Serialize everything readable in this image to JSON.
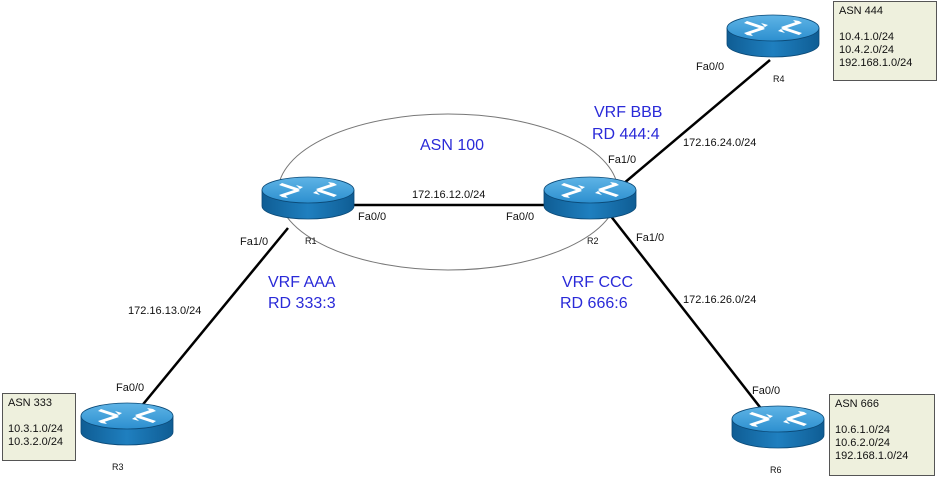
{
  "asn_core": "ASN 100",
  "routers": {
    "r1": {
      "name": "R1"
    },
    "r2": {
      "name": "R2"
    },
    "r3": {
      "name": "R3"
    },
    "r4": {
      "name": "R4"
    },
    "r6": {
      "name": "R6"
    }
  },
  "links": {
    "r1_r2": {
      "subnet": "172.16.12.0/24",
      "r1_intf": "Fa0/0",
      "r2_intf": "Fa0/0"
    },
    "r1_r3": {
      "subnet": "172.16.13.0/24",
      "r1_intf": "Fa1/0",
      "r3_intf": "Fa0/0"
    },
    "r2_r4": {
      "subnet": "172.16.24.0/24",
      "r2_intf": "Fa1/0",
      "r4_intf": "Fa0/0"
    },
    "r2_r6": {
      "subnet": "172.16.26.0/24",
      "r2_intf": "Fa1/0",
      "r6_intf": "Fa0/0"
    }
  },
  "vrfs": {
    "aaa": {
      "name": "VRF AAA",
      "rd": "RD 333:3"
    },
    "bbb": {
      "name": "VRF BBB",
      "rd": "RD 444:4"
    },
    "ccc": {
      "name": "VRF CCC",
      "rd": "RD 666:6"
    }
  },
  "as_boxes": {
    "asn444": {
      "title": "ASN 444",
      "prefixes": [
        "10.4.1.0/24",
        "10.4.2.0/24",
        "192.168.1.0/24"
      ]
    },
    "asn333": {
      "title": "ASN 333",
      "prefixes": [
        "10.3.1.0/24",
        "10.3.2.0/24"
      ]
    },
    "asn666": {
      "title": "ASN 666",
      "prefixes": [
        "10.6.1.0/24",
        "10.6.2.0/24",
        "192.168.1.0/24"
      ]
    }
  },
  "colors": {
    "router_blue": "#1f7fbf",
    "vrf_text": "#2a2ad8",
    "as_box_bg": "#eef0dd"
  }
}
